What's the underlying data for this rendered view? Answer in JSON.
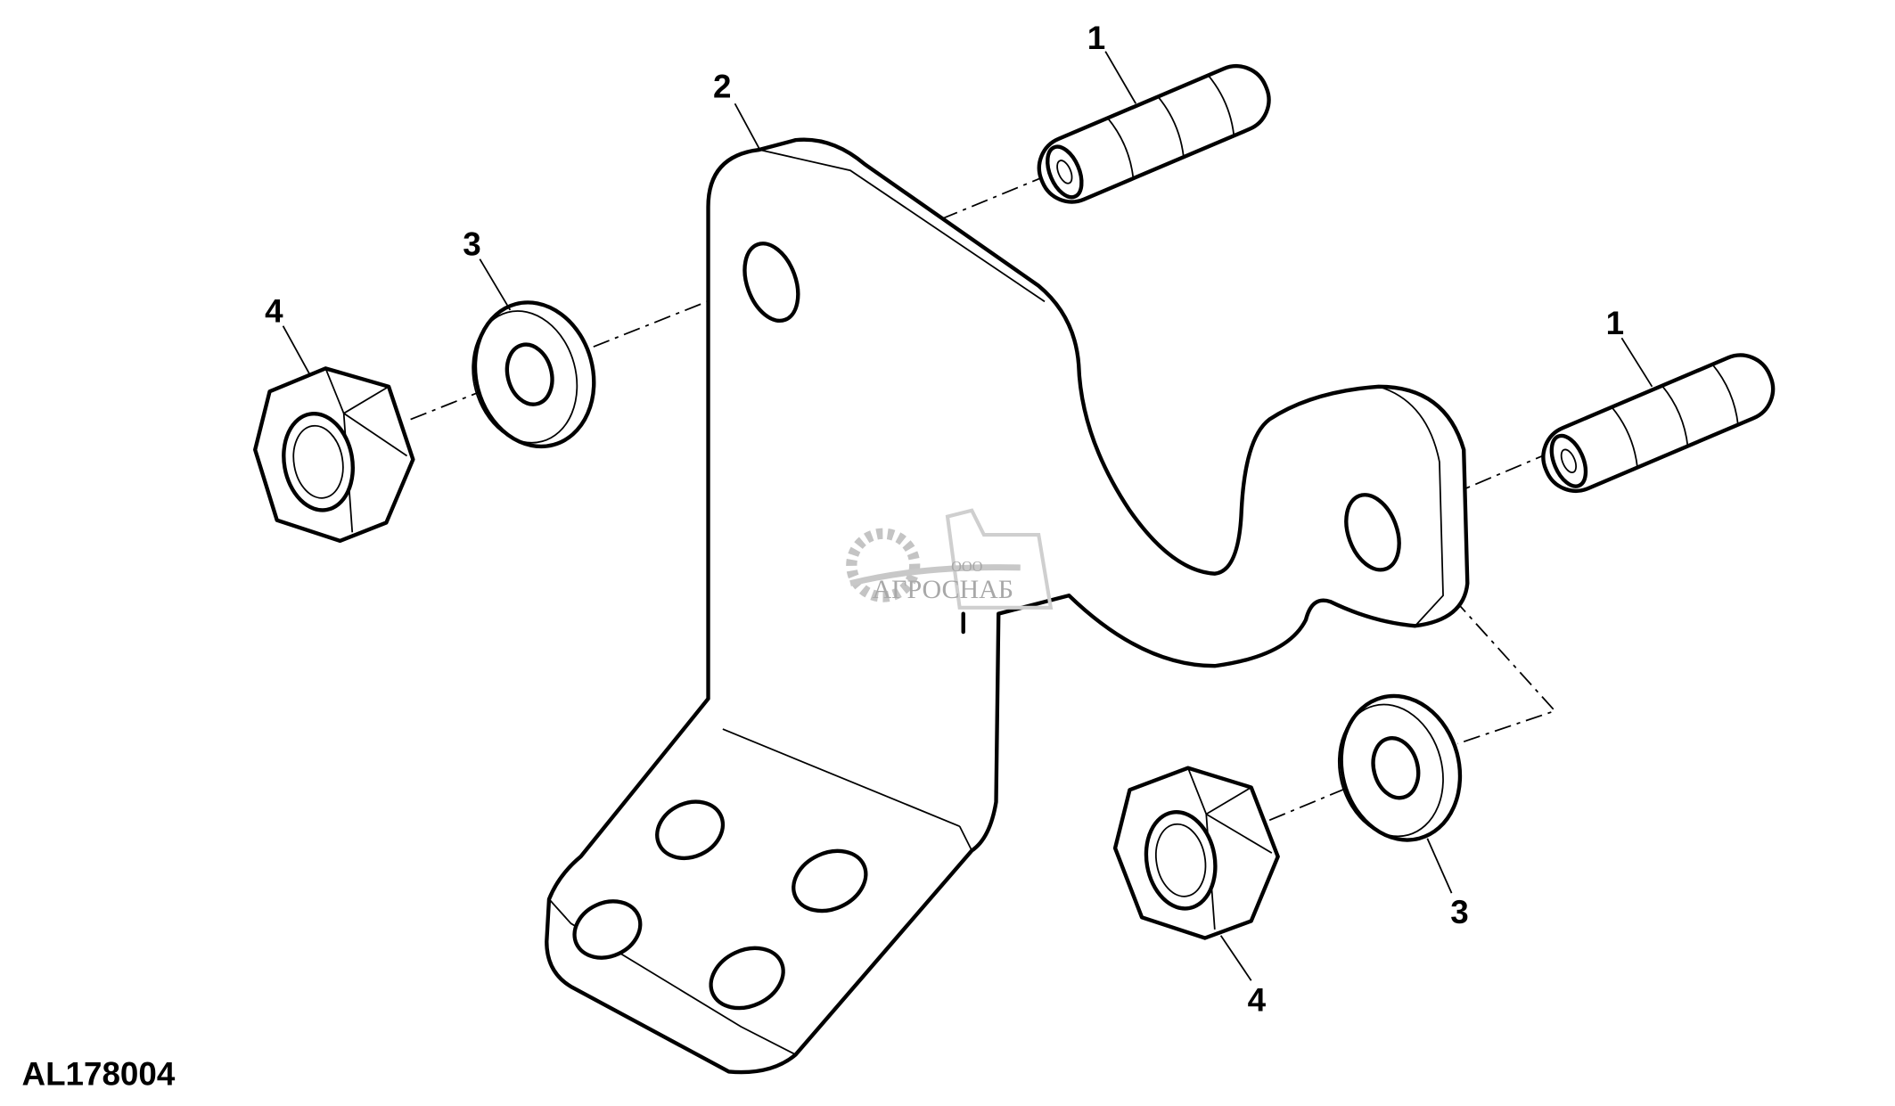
{
  "figure_id": "AL178004",
  "callouts": {
    "pin_upper": "1",
    "pin_right": "1",
    "bracket": "2",
    "washer_left": "3",
    "washer_right": "3",
    "nut_left": "4",
    "nut_right": "4"
  },
  "watermark": {
    "prefix": "ООО",
    "name": "АГРОСНАБ"
  }
}
